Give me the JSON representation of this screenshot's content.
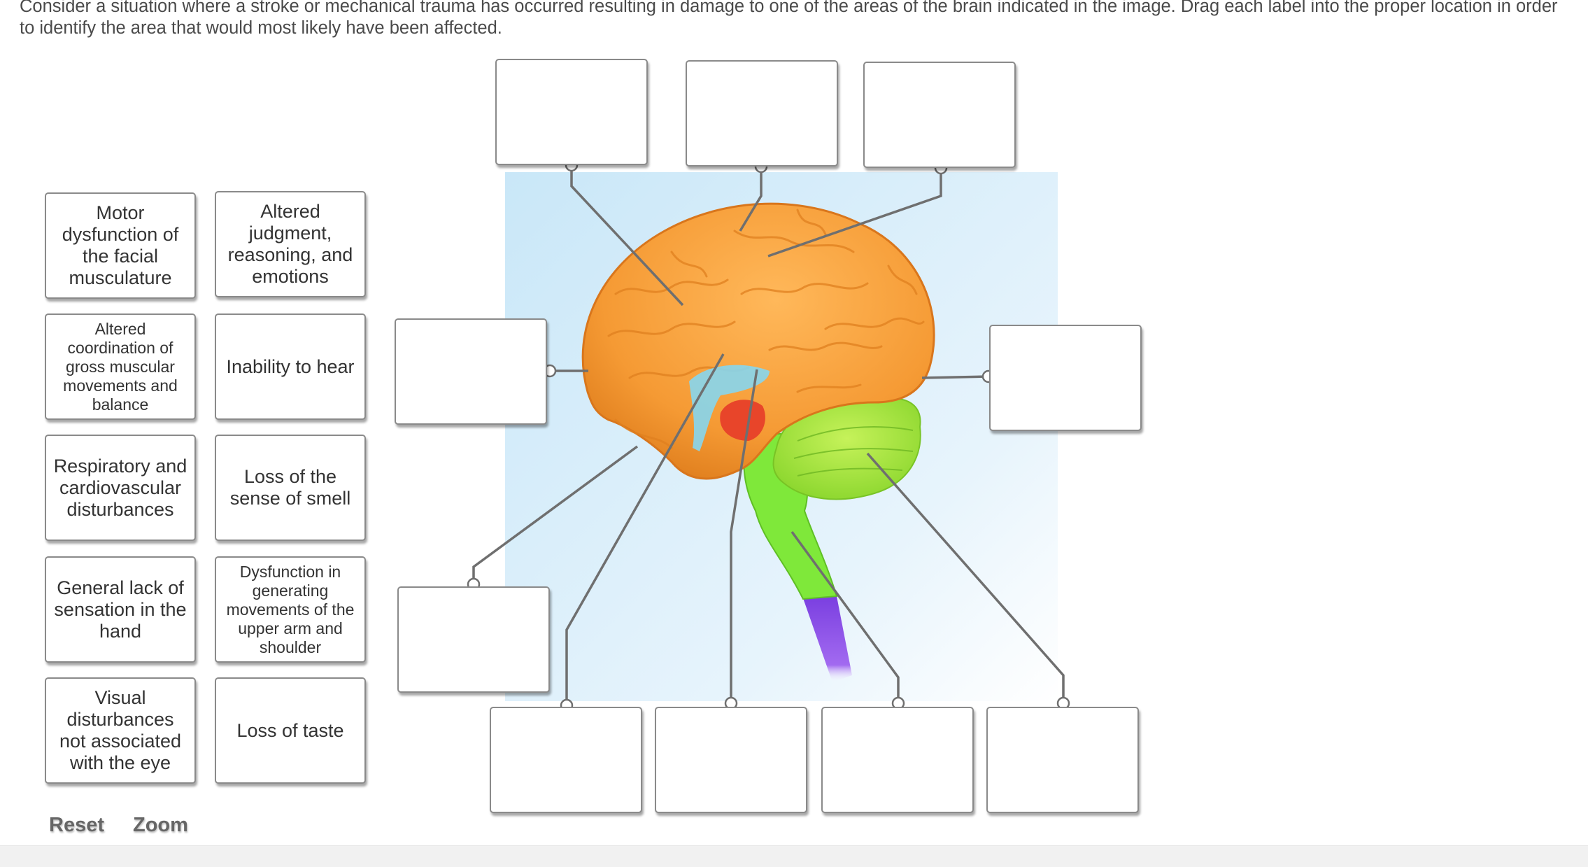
{
  "instructions": "Consider a situation where a stroke or mechanical trauma has occurred resulting in damage to one of the areas of the brain indicated in the image. Drag each label into the proper location in order to identify the area that would most likely have been affected.",
  "labels": [
    "Motor dysfunction of the facial musculature",
    "Altered judgment, reasoning, and emotions",
    "Altered coordination of gross muscular movements and balance",
    "Inability to hear",
    "Respiratory and cardiovascular disturbances",
    "Loss of the sense of smell",
    "General lack of sensation in the hand",
    "Dysfunction in generating movements of the upper arm and shoulder",
    "Visual disturbances not associated with the eye",
    "Loss of taste"
  ],
  "controls": {
    "reset": "Reset",
    "zoom": "Zoom"
  },
  "colors": {
    "cerebrum": "#f6a243",
    "cerebellum": "#a4e23a",
    "brainstem": "#7ee53a",
    "spinal_cord": "#8a49e6",
    "thalamus": "#e8452a",
    "ventricle": "#7fd6ee",
    "background_panel": "#cfe9f8"
  }
}
